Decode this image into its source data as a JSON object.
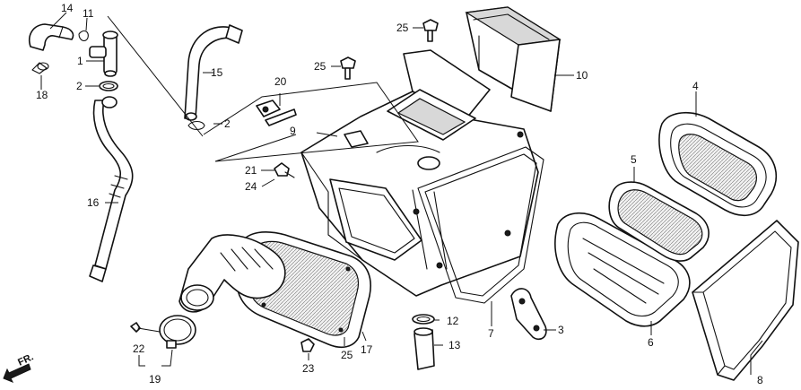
{
  "diagram": {
    "direction_label": "FR.",
    "callouts": [
      "1",
      "2",
      "2",
      "4",
      "5",
      "6",
      "7",
      "8",
      "9",
      "10",
      "11",
      "12",
      "13",
      "14",
      "15",
      "16",
      "17",
      "18",
      "19",
      "20",
      "21",
      "22",
      "23",
      "24",
      "25",
      "25",
      "25",
      "3"
    ]
  }
}
